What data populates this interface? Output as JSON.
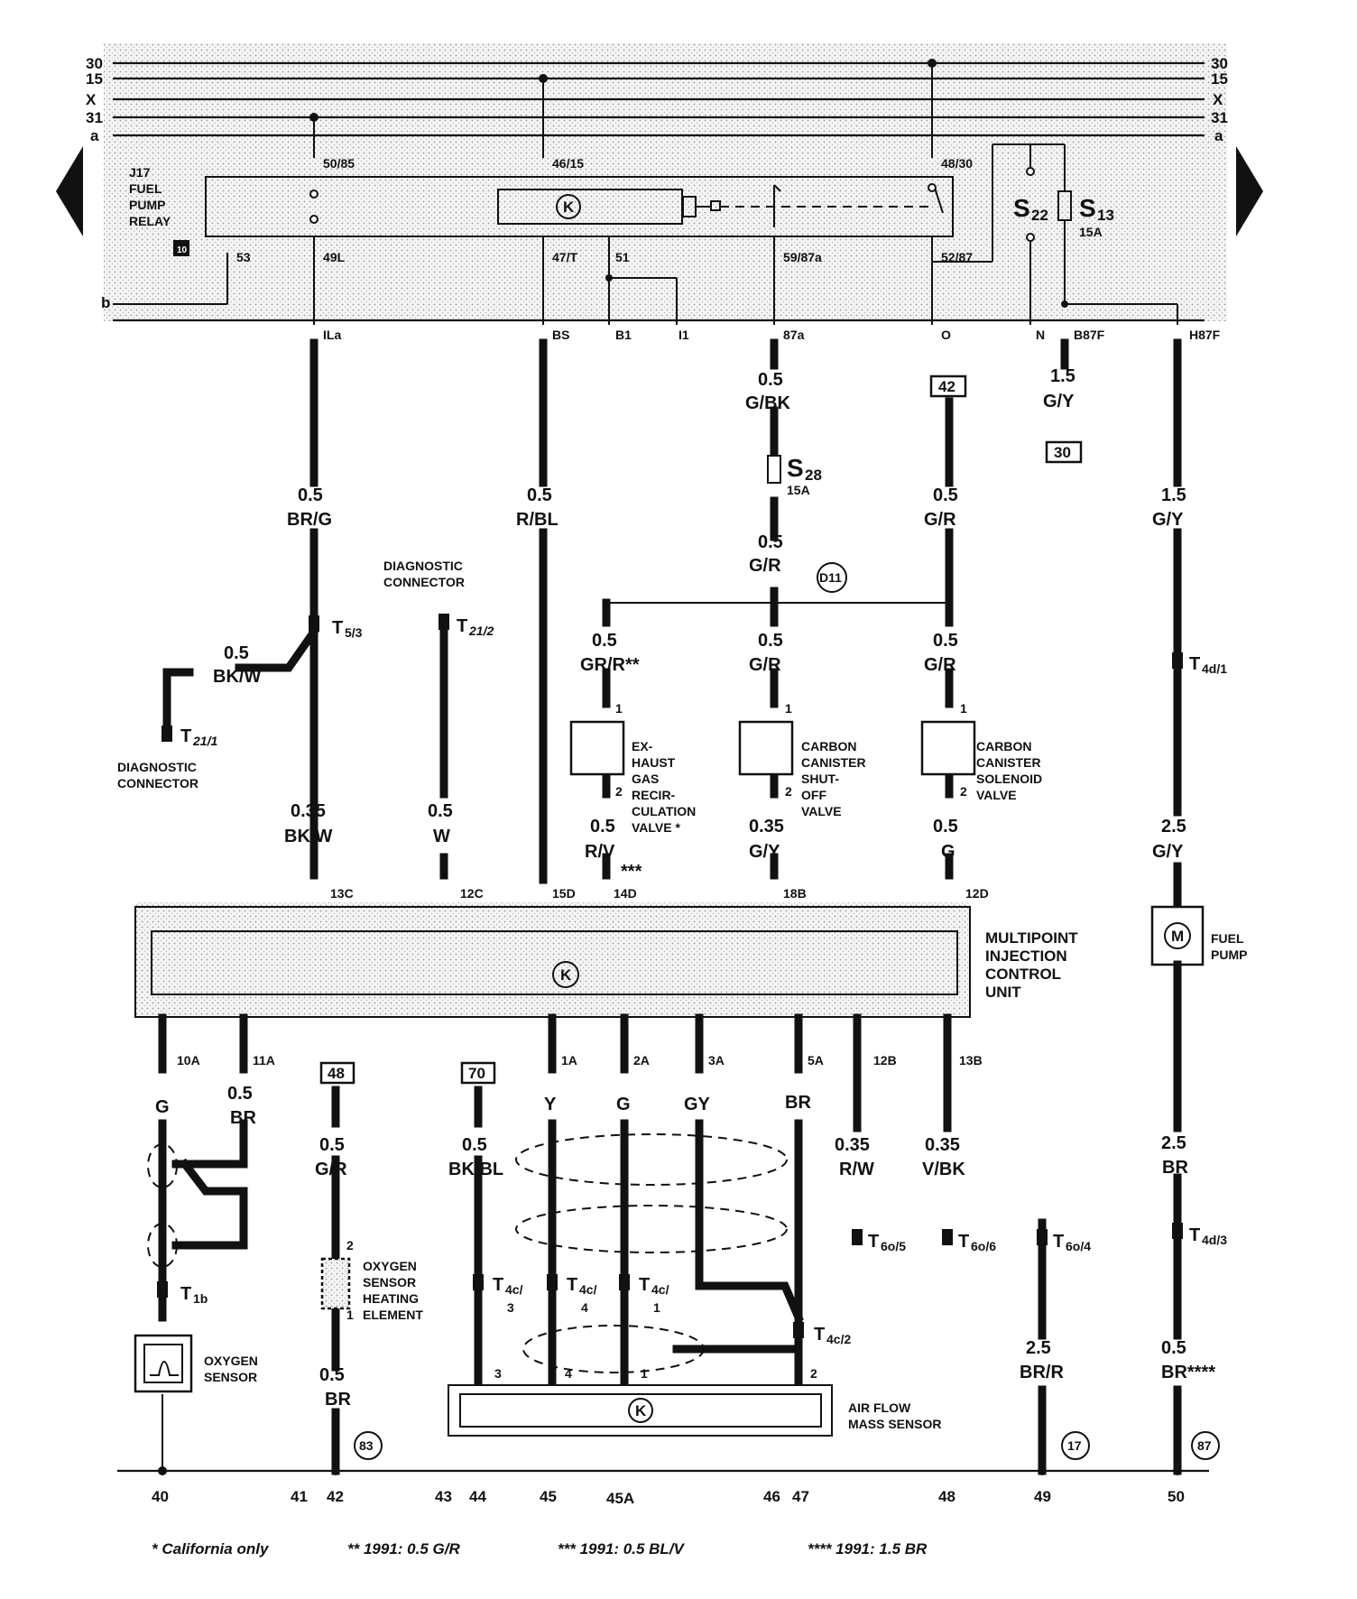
{
  "bus": {
    "left_labels": [
      "30",
      "15",
      "X",
      "31",
      "a"
    ],
    "right_labels": [
      "30",
      "15",
      "X",
      "31",
      "a"
    ],
    "b_label": "b"
  },
  "relay": {
    "name_lines": [
      "J17",
      "FUEL",
      "PUMP",
      "RELAY"
    ],
    "badge": "10",
    "terminals": [
      "50/85",
      "46/15",
      "48/30",
      "53",
      "49L",
      "47/T",
      "51",
      "59/87a",
      "52/87"
    ],
    "k_symbol": "K"
  },
  "fuses_top": {
    "s22": "S",
    "s22_sub": "22",
    "s13": "S",
    "s13_sub": "13",
    "s13_rating": "15A"
  },
  "connector_row": [
    "ILa",
    "BS",
    "B1",
    "I1",
    "87a",
    "O",
    "N",
    "B87F",
    "H87F"
  ],
  "refboxes": [
    "42",
    "30",
    "48",
    "70"
  ],
  "wires": {
    "w_brg_size": "0.5",
    "w_brg_color": "BR/G",
    "w_rbl_size": "0.5",
    "w_rbl_color": "R/BL",
    "w_gbk_size": "0.5",
    "w_gbk_color": "G/BK",
    "w_gr1_size": "0.5",
    "w_gr1_color": "G/R",
    "w_gr2_size": "0.5",
    "w_gr2_color": "G/R",
    "w_gy15_size": "1.5",
    "w_gy15_color": "G/Y",
    "w_gy15b_size": "1.5",
    "w_gy15b_color": "G/Y",
    "w_bkw_size": "0.5",
    "w_bkw_color": "BK/W",
    "w_grr_size": "0.5",
    "w_grr_color": "GR/R**",
    "w_gr3_size": "0.5",
    "w_gr3_color": "G/R",
    "w_gr4_size": "0.5",
    "w_gr4_color": "G/R",
    "w_bkw035_size": "0.35",
    "w_bkw035_color": "BK/W",
    "w_w_size": "0.5",
    "w_w_color": "W",
    "w_rv_size": "0.5",
    "w_rv_color": "R/V",
    "w_rv_mark": "***",
    "w_gy035_size": "0.35",
    "w_gy035_color": "G/Y",
    "w_g05_size": "0.5",
    "w_g05_color": "G",
    "w_gy25_size": "2.5",
    "w_gy25_color": "G/Y",
    "w_g_color": "G",
    "w_br05_size": "0.5",
    "w_br05_color": "BR",
    "w_gr5_size": "0.5",
    "w_gr5_color": "G/R",
    "w_bkbl_size": "0.5",
    "w_bkbl_color": "BK/BL",
    "w_y_color": "Y",
    "w_g2_color": "G",
    "w_gy_color": "GY",
    "w_br_color": "BR",
    "w_rw_size": "0.35",
    "w_rw_color": "R/W",
    "w_vbk_size": "0.35",
    "w_vbk_color": "V/BK",
    "w_br25_size": "2.5",
    "w_br25_color": "BR",
    "w_brr_size": "2.5",
    "w_brr_color": "BR/R",
    "w_br05b_size": "0.5",
    "w_br05b_color": "BR****",
    "w_br05c_size": "0.5",
    "w_br05c_color": "BR"
  },
  "fuse_s28": {
    "label": "S",
    "sub": "28",
    "rating": "15A"
  },
  "splice_d11": "D11",
  "connectors": {
    "t53": "T",
    "t53_sub": "5/3",
    "t212": "T",
    "t212_sub": "21/2",
    "t211": "T",
    "t211_sub": "21/1",
    "t4d1": "T",
    "t4d1_sub": "4d/1",
    "t4d3": "T",
    "t4d3_sub": "4d/3",
    "t6o5": "T",
    "t6o5_sub": "6o/5",
    "t6o6": "T",
    "t6o6_sub": "6o/6",
    "t6o4": "T",
    "t6o4_sub": "6o/4",
    "t1b": "T",
    "t1b_sub": "1b",
    "t4c3": "T",
    "t4c3_sub": "4c/",
    "t4c3_n": "3",
    "t4c4": "T",
    "t4c4_sub": "4c/",
    "t4c4_n": "4",
    "t4c1": "T",
    "t4c1_sub": "4c/",
    "t4c1_n": "1",
    "t4c2": "T",
    "t4c2_sub": "4c/2"
  },
  "diag_connector_label": [
    "DIAGNOSTIC",
    "CONNECTOR"
  ],
  "components": {
    "egr_lines": [
      "EX-",
      "HAUST",
      "GAS",
      "RECIR-",
      "CULATION",
      "VALVE *"
    ],
    "ccs_lines": [
      "CARBON",
      "CANISTER",
      "SHUT-",
      "OFF",
      "VALVE"
    ],
    "ccsol_lines": [
      "CARBON",
      "CANISTER",
      "SOLENOID",
      "VALVE"
    ],
    "mpi_lines": [
      "MULTIPOINT",
      "INJECTION",
      "CONTROL",
      "UNIT"
    ],
    "fuel_pump_lines": [
      "FUEL",
      "PUMP"
    ],
    "fuel_pump_symbol": "M",
    "o2_heater_lines": [
      "OXYGEN",
      "SENSOR",
      "HEATING",
      "ELEMENT"
    ],
    "o2_sensor_lines": [
      "OXYGEN",
      "SENSOR"
    ],
    "afm_lines": [
      "AIR FLOW",
      "MASS SENSOR"
    ],
    "k_symbol": "K"
  },
  "pins": {
    "valve_pin1": "1",
    "valve_pin2": "2",
    "ecu_top": [
      "13C",
      "12C",
      "15D",
      "14D",
      "18B",
      "12D"
    ],
    "ecu_bottom": [
      "10A",
      "11A",
      "1A",
      "2A",
      "3A",
      "5A",
      "12B",
      "13B"
    ],
    "heater_pin2": "2",
    "heater_pin1": "1",
    "afm_pins": [
      "3",
      "4",
      "1",
      "2"
    ]
  },
  "ground_refs": [
    "83",
    "17",
    "87"
  ],
  "bottom_numbers": [
    "40",
    "41",
    "42",
    "43",
    "44",
    "45",
    "45A",
    "46",
    "47",
    "48",
    "49",
    "50"
  ],
  "footnotes": [
    "* California only",
    "** 1991: 0.5 G/R",
    "*** 1991: 0.5 BL/V",
    "**** 1991: 1.5 BR"
  ]
}
